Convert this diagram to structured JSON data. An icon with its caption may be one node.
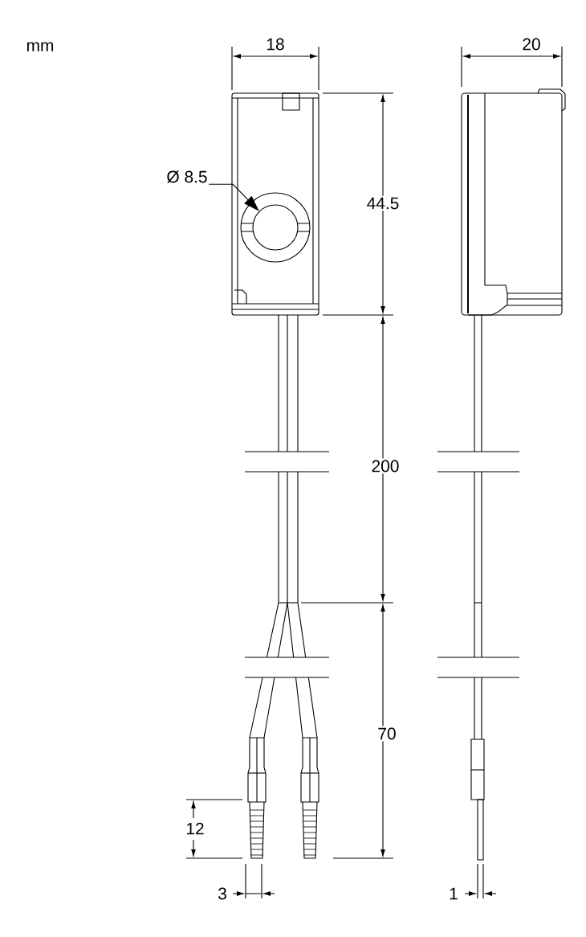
{
  "diagram": {
    "nodes": [
      {
        "text": [
          "Ø 8.5"
        ]
      },
      {
        "text": [],
        "shape": "circle"
      }
    ],
    "edges": [
      {
        "from": 0,
        "to": 1,
        "arrow": "to"
      }
    ],
    "labels": [
      "mm",
      "18",
      "20",
      "44.5",
      "200",
      "70",
      "12",
      "3",
      "1"
    ]
  }
}
